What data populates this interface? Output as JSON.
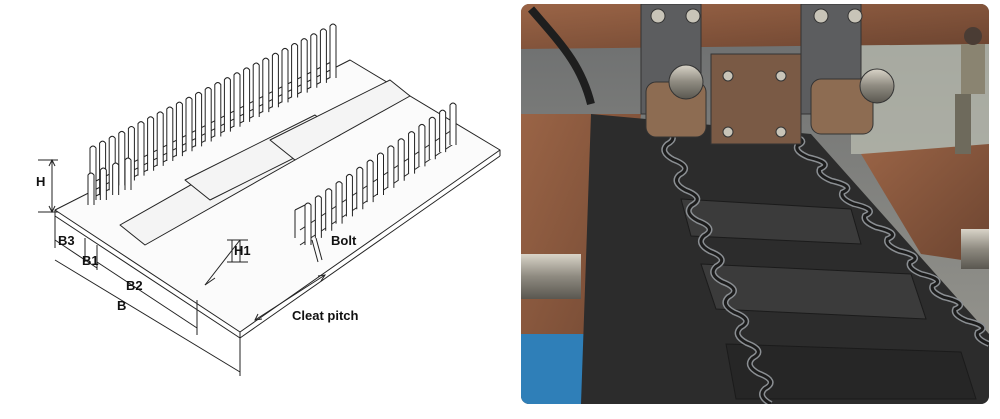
{
  "diagram": {
    "labels": {
      "h": "H",
      "b3": "B3",
      "b1": "B1",
      "b2": "B2",
      "b": "B",
      "h1": "H1",
      "bolt": "Bolt",
      "cleat_pitch": "Cleat pitch"
    }
  },
  "photo": {
    "colors": {
      "rust": "#8a5a3c",
      "belt": "#2c2c2c",
      "steel": "#7b7f84",
      "blue_frame": "#2f7fb8"
    }
  }
}
